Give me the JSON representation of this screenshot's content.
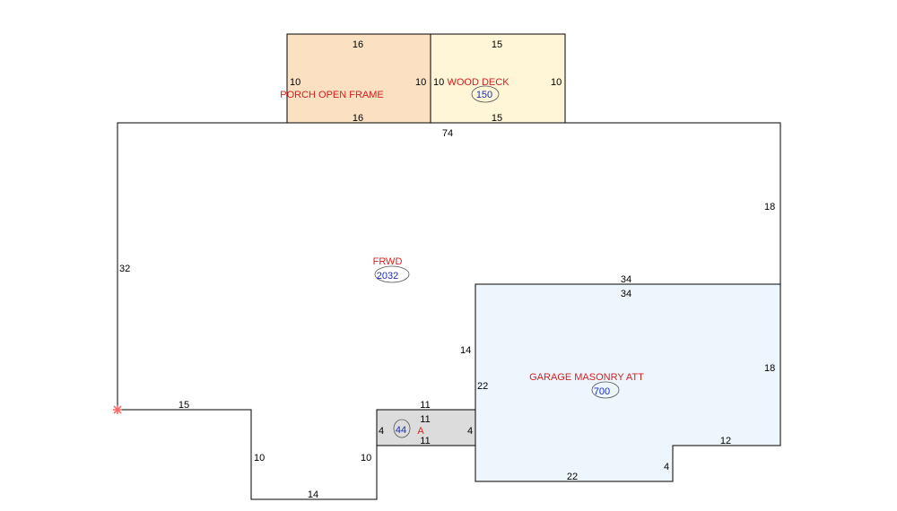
{
  "colors": {
    "porch_fill": "#fbe0c2",
    "deck_fill": "#fff6d8",
    "garage_fill": "#eef6fd",
    "small_fill": "#dcdcdc",
    "marker": "#ff6b6b"
  },
  "rooms": {
    "porch": {
      "label": "PORCH OPEN FRAME"
    },
    "deck": {
      "label": "WOOD DECK",
      "area": "150"
    },
    "main": {
      "label": "FRWD",
      "area": "2032"
    },
    "garage": {
      "label": "GARAGE MASONRY ATT",
      "area": "700"
    },
    "small": {
      "label": "A",
      "area": "44"
    }
  },
  "dims": {
    "porch_top": "16",
    "porch_bottom": "16",
    "porch_left": "10",
    "porch_right": "10",
    "deck_top": "15",
    "deck_bottom": "15",
    "deck_left": "10",
    "deck_right": "10",
    "main_top": "74",
    "main_right": "18",
    "main_left": "32",
    "main_bottom_left": "15",
    "notch_left": "10",
    "notch_bottom": "14",
    "notch_right": "10",
    "main_step": "14",
    "garage_top_outer": "34",
    "garage_top_inner": "34",
    "garage_right": "18",
    "garage_left": "22",
    "garage_step_h": "12",
    "garage_step_v": "4",
    "garage_bottom": "22",
    "small_top_outer": "11",
    "small_top_inner": "11",
    "small_bottom": "11",
    "small_left": "4",
    "small_right": "4"
  }
}
